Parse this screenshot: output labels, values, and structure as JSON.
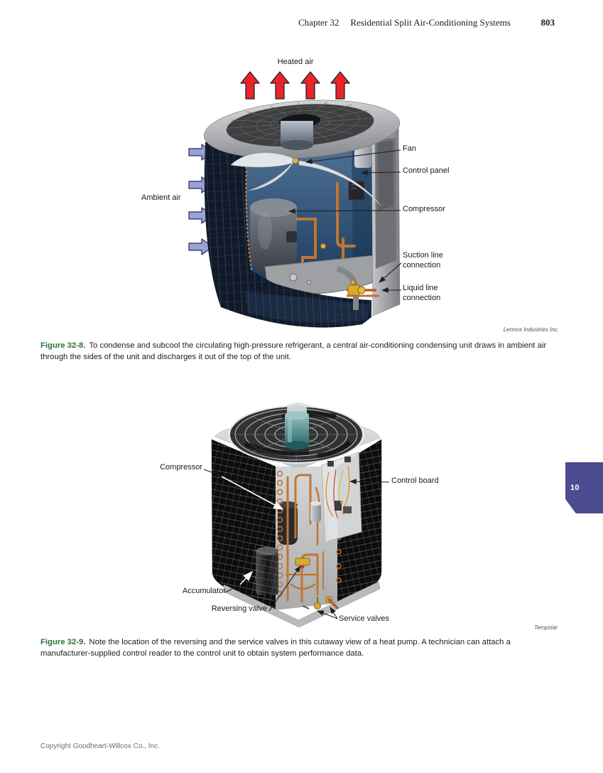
{
  "header": {
    "chapter": "Chapter 32",
    "title": "Residential Split Air-Conditioning Systems",
    "page_number": "803"
  },
  "section_tab": {
    "label": "10"
  },
  "figure_32_8": {
    "airflow_top_label": "Heated air",
    "airflow_side_label": "Ambient air",
    "callouts": {
      "fan": "Fan",
      "control_panel": "Control panel",
      "compressor": "Compressor",
      "suction_line": "Suction line connection",
      "liquid_line": "Liquid line connection"
    },
    "credit": "Lennox Industries Inc.",
    "caption_label": "Figure 32-8.",
    "caption_text": "To condense and subcool the circulating high-pressure refrigerant, a central air-conditioning condensing unit draws in ambient air through the sides of the unit and discharges it out of the top of the unit."
  },
  "figure_32_9": {
    "callouts": {
      "compressor": "Compressor",
      "control_board": "Control board",
      "accumulator": "Accumulator",
      "reversing_valve": "Reversing valve",
      "service_valves": "Service valves"
    },
    "credit": "Tempstar",
    "caption_label": "Figure 32-9.",
    "caption_text": "Note the location of the reversing and the service valves in this cutaway view of a heat pump. A technician can attach a manufacturer-supplied control reader to the control unit to obtain system performance data."
  },
  "footer": {
    "text": "Copyright Goodheart-Willcox Co., Inc."
  },
  "colors": {
    "figure_label_green": "#2e6e33",
    "tab_purple": "#4e4c90",
    "heated_air_arrow_red": "#e8262a",
    "ambient_air_arrow_blue": "#9ba1d1"
  }
}
